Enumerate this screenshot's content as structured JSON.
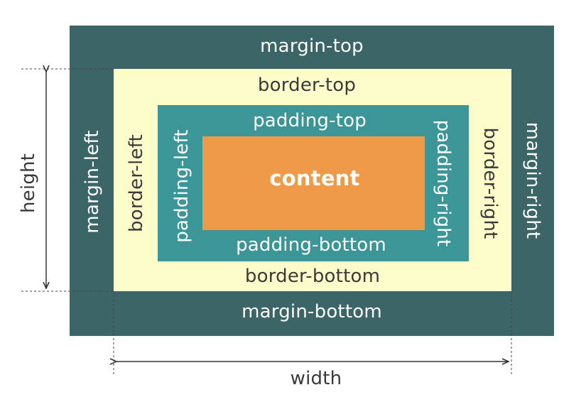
{
  "colors": {
    "margin": "#3b6566",
    "border": "#fdfdcc",
    "padding": "#3c9596",
    "content": "#ef9a48",
    "light_text": "#ffffff",
    "dark_text": "#3a3a3a",
    "guide": "#333333"
  },
  "labels": {
    "margin_top": "margin-top",
    "margin_bottom": "margin-bottom",
    "margin_left": "margin-left",
    "margin_right": "margin-right",
    "border_top": "border-top",
    "border_bottom": "border-bottom",
    "border_left": "border-left",
    "border_right": "border-right",
    "padding_top": "padding-top",
    "padding_bottom": "padding-bottom",
    "padding_left": "padding-left",
    "padding_right": "padding-right",
    "content": "content",
    "height": "height",
    "width": "width"
  }
}
